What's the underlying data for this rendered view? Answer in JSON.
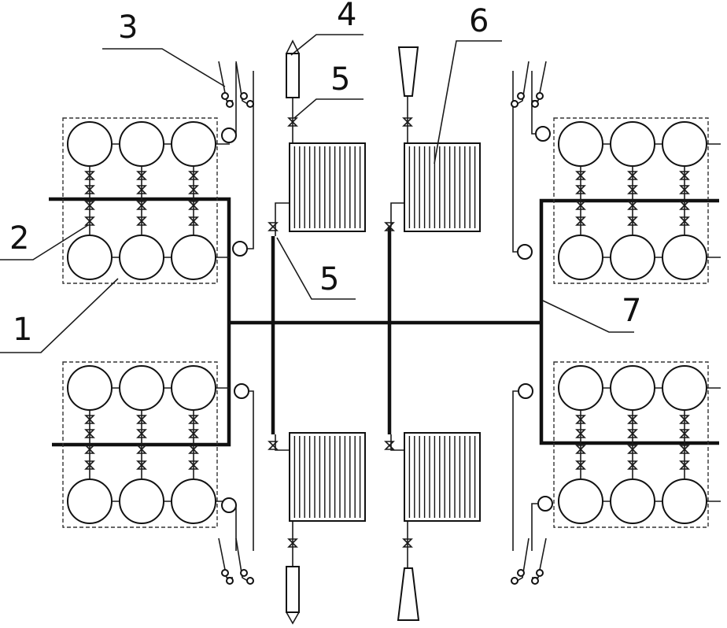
{
  "colors": {
    "ink": "#111111",
    "background": "#ffffff"
  },
  "callouts": [
    {
      "id": "1",
      "label": "1"
    },
    {
      "id": "2",
      "label": "2"
    },
    {
      "id": "3",
      "label": "3"
    },
    {
      "id": "4",
      "label": "4"
    },
    {
      "id": "5a",
      "label": "5"
    },
    {
      "id": "5b",
      "label": "5"
    },
    {
      "id": "6",
      "label": "6"
    },
    {
      "id": "7",
      "label": "7"
    }
  ]
}
